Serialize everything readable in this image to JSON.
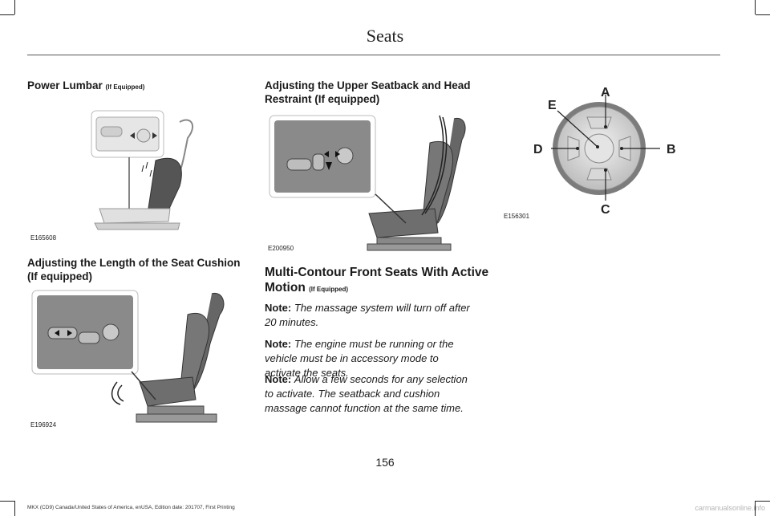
{
  "header": {
    "title": "Seats"
  },
  "sections": {
    "power_lumbar": {
      "title": "Power Lumbar",
      "qualifier": "(If Equipped)"
    },
    "seat_cushion": {
      "title_line1": "Adjusting the Length of the Seat Cushion",
      "title_line2": "(If equipped)"
    },
    "upper_seatback": {
      "title_line1": "Adjusting the Upper Seatback and Head",
      "title_line2": "Restraint (If equipped)"
    },
    "multi_contour": {
      "title_line1": "Multi-Contour Front Seats With Active",
      "title_line2": "Motion",
      "qualifier": "(If Equipped)"
    }
  },
  "figures": {
    "lumbar": "E165608",
    "cushion": "E196924",
    "upper": "E200950",
    "dial": "E156301"
  },
  "dial_labels": {
    "a": "A",
    "b": "B",
    "c": "C",
    "d": "D",
    "e": "E"
  },
  "notes": [
    {
      "label": "Note:",
      "line1": "The massage system will turn off after",
      "line2": "20 minutes.",
      "line3": ""
    },
    {
      "label": "Note:",
      "line1": "The engine must be running or the",
      "line2": "vehicle must be in accessory mode to",
      "line3": "activate the seats."
    },
    {
      "label": "Note:",
      "line1": "Allow a few seconds for any selection",
      "line2": "to activate. The seatback and cushion",
      "line3": "massage cannot function at the same time."
    }
  ],
  "page_number": "156",
  "footer": "MKX (CD9) Canada/United States of America, enUSA, Edition date: 201707, First Printing",
  "watermark": "carmanualsonline.info"
}
